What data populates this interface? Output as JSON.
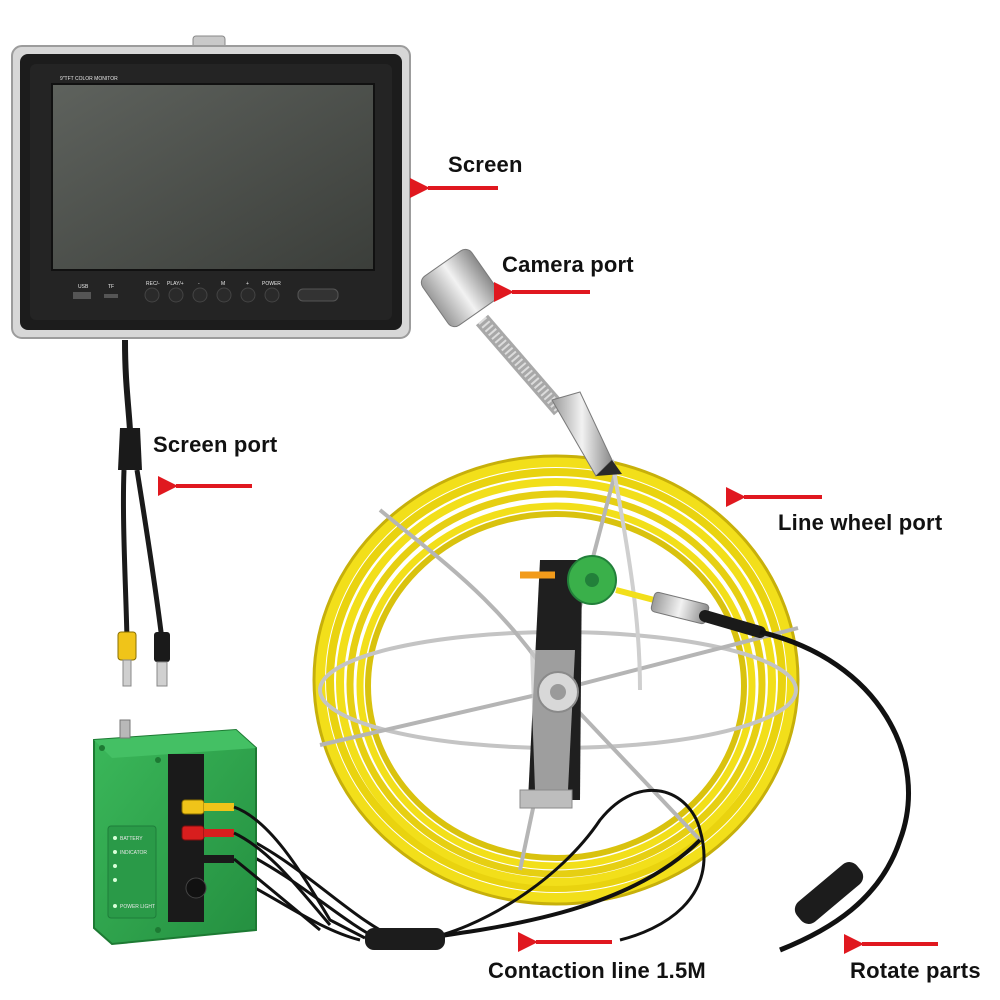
{
  "labels": {
    "screen": "Screen",
    "camera_port": "Camera port",
    "screen_port": "Screen port",
    "line_wheel_port": "Line wheel port",
    "contact_line": "Contaction line 1.5M",
    "rotate_parts": "Rotate parts"
  },
  "monitor": {
    "brand": "9\"TFT COLOR MONITOR",
    "port_usb": "USB",
    "port_tf": "TF",
    "buttons": [
      "REC/-",
      "PLAY/+",
      "-",
      "M",
      "+",
      "POWER"
    ]
  },
  "control_box": {
    "indicators": [
      "BATTERY",
      "INDICATOR",
      "",
      "",
      "POWER LIGHT"
    ]
  },
  "colors": {
    "arrow": "#e0181f",
    "cable_yellow": "#f2df1a",
    "box_green": "#2fa84f",
    "hub_green": "#3ab04a"
  },
  "icons": {
    "arrow": "left-arrow-icon"
  }
}
